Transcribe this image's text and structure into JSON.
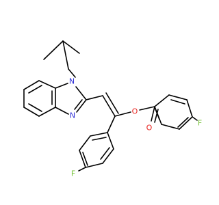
{
  "molecule": {
    "atom_labels": {
      "n1": "N",
      "n3": "N",
      "o_ester": "O",
      "o_carbonyl": "O",
      "f_benzoyl": "F",
      "f_phenyl": "F"
    },
    "colors": {
      "bond": "#000000",
      "nitrogen": "#2f2fd6",
      "oxygen": "#e8231f",
      "fluorine": "#78c33b"
    }
  }
}
